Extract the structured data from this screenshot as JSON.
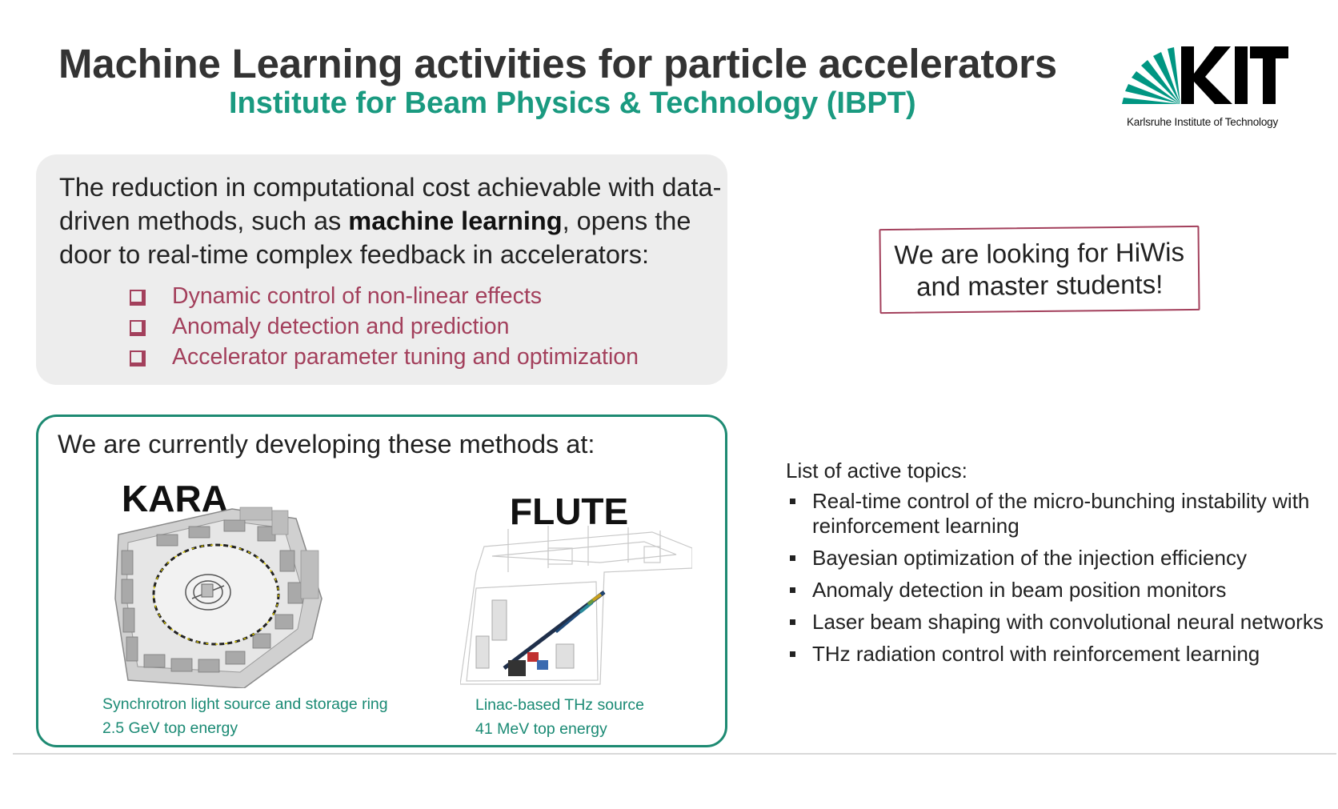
{
  "header": {
    "title": "Machine Learning activities for particle accelerators",
    "subtitle": "Institute for Beam Physics & Technology (IBPT)"
  },
  "logo": {
    "wordmark": "KIT",
    "tagline": "Karlsruhe Institute of Technology",
    "colors": {
      "rays": "#009682",
      "letters": "#000000"
    }
  },
  "intro": {
    "text_before": "The reduction in computational cost achievable with data-driven methods, such as ",
    "text_bold": "machine learning",
    "text_after": ", opens the door to real-time complex feedback in accelerators:",
    "bullets": [
      "Dynamic control of non-linear effects",
      "Anomaly detection and prediction",
      "Accelerator parameter tuning and optimization"
    ]
  },
  "notice": {
    "text": "We are looking for HiWis and master students!"
  },
  "methods": {
    "heading": "We are currently developing these methods at:",
    "facilities": [
      {
        "name": "KARA",
        "caption_line1": "Synchrotron light source and storage ring",
        "caption_line2": "2.5 GeV top energy"
      },
      {
        "name": "FLUTE",
        "caption_line1": "Linac-based THz source",
        "caption_line2": "41 MeV top energy"
      }
    ]
  },
  "topics": {
    "heading": "List of active topics:",
    "items": [
      "Real-time control of the micro-bunching instability with reinforcement learning",
      "Bayesian optimization of the injection efficiency",
      "Anomaly detection in beam position monitors",
      "Laser beam shaping with convolutional neural networks",
      "THz radiation control with reinforcement learning"
    ]
  },
  "colors": {
    "title": "#333333",
    "accent_teal": "#1a9a80",
    "accent_maroon": "#a3405c",
    "box_gray": "#ededed",
    "box_border_green": "#1d8a72"
  }
}
